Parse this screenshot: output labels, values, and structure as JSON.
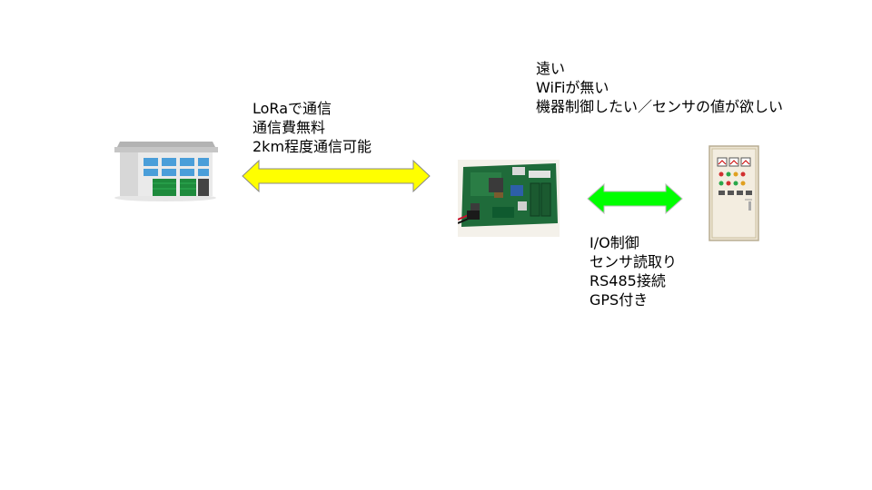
{
  "lora_link": {
    "lines": [
      "LoRaで通信",
      "通信費無料",
      "2km程度通信可能"
    ],
    "arrow_color": "#ffff00"
  },
  "remote_site": {
    "lines": [
      "遠い",
      "WiFiが無い",
      "機器制御したい／センサの値が欲しい"
    ]
  },
  "device_features": {
    "lines": [
      "I/O制御",
      "センサ読取り",
      "RS485接続",
      "GPS付き"
    ],
    "arrow_color": "#00ff00"
  },
  "icons": {
    "building": "office-building-icon",
    "board": "lora-controller-board",
    "panel": "control-panel-cabinet-icon"
  }
}
